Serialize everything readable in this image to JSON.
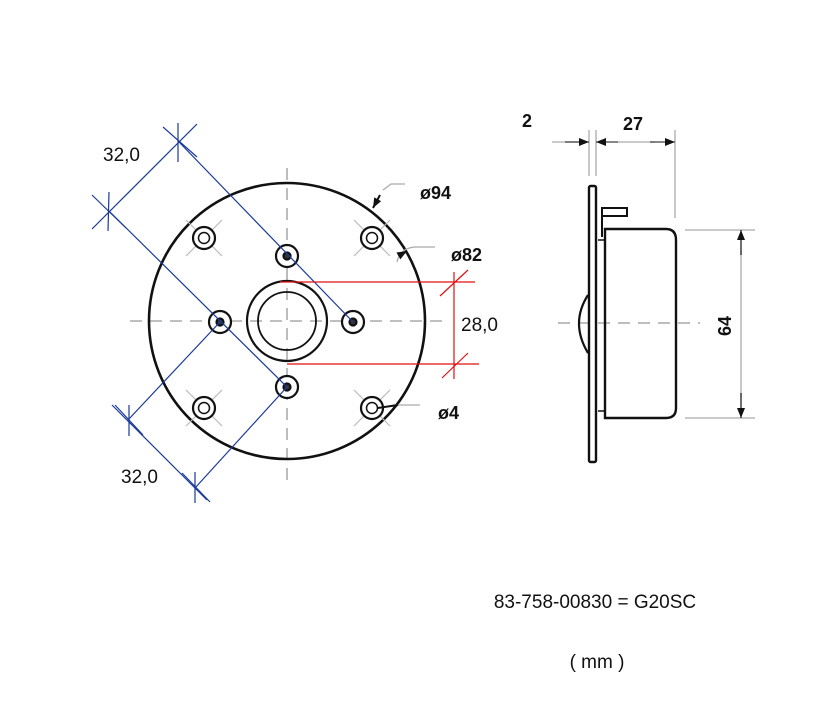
{
  "front_view": {
    "dim_outer": "ø94",
    "dim_inner": "ø82",
    "dim_hole": "ø4",
    "dim_screw_spacing_top": "32,0",
    "dim_screw_spacing_bottom": "32,0",
    "dim_vertical": "28,0"
  },
  "side_view": {
    "dim_flange": "2",
    "dim_depth": "27",
    "dim_height": "64"
  },
  "footer": {
    "part_number": "83-758-00830 = G20SC",
    "units": "( mm )"
  },
  "colors": {
    "blue_dim": "#1a3a9a",
    "red_dim": "#e01010"
  }
}
